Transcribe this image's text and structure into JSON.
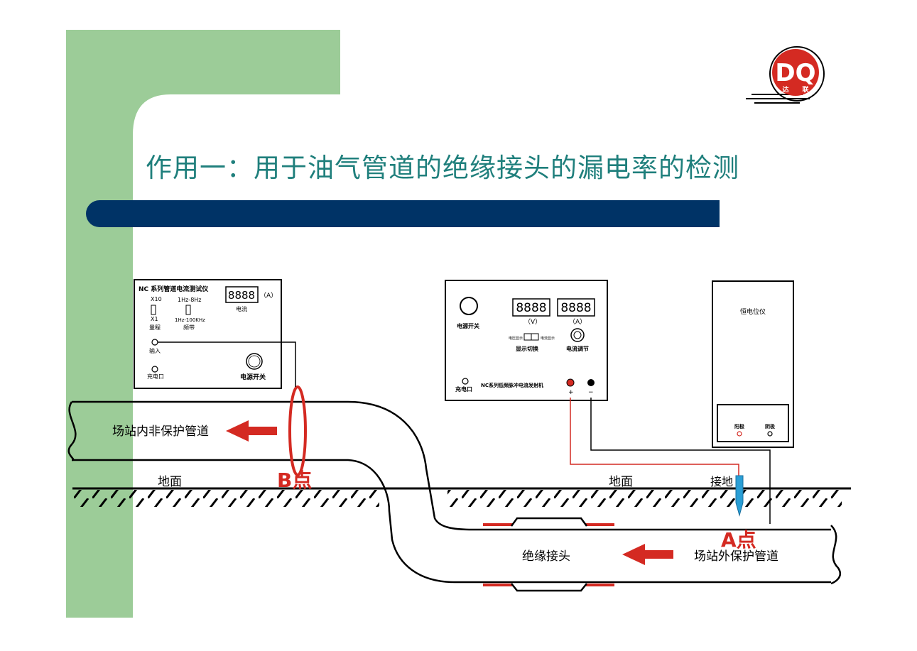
{
  "slide": {
    "title": "作用一：用于油气管道的绝缘接头的漏电率的检测",
    "logo": {
      "text": "DQ",
      "sub_left": "达",
      "sub_right": "联",
      "color": "#d42a22"
    }
  },
  "colors": {
    "green_band": "#9ccc98",
    "navy_bar": "#003366",
    "title": "#1f7f7c",
    "red_line": "#d42a22",
    "black_line": "#000000",
    "probe": "#2a9fd6"
  },
  "tester": {
    "title": "NC 系列管道电流测试仪",
    "display_unit": "（A）",
    "display_label": "电流",
    "range_top": "X10",
    "range_bottom": "X1",
    "range_label": "量程",
    "band_top": "1Hz-8Hz",
    "band_bottom": "1Hz-100KHz",
    "band_label": "频带",
    "input_label": "输入",
    "charge_label": "充电口",
    "power_label": "电源开关",
    "digits": "8888"
  },
  "transmitter": {
    "power_label": "电源开关",
    "v_unit": "（V）",
    "a_unit": "（A）",
    "switch_left": "电压显示",
    "switch_right": "电流显示",
    "switch_label": "显示切换",
    "knob_label": "电流调节",
    "charge_label": "充电口",
    "model_label": "NC系列低频脉冲电流发射机",
    "plus": "+",
    "minus": "−",
    "digits": "8888"
  },
  "potentiostat": {
    "title": "恒电位仪",
    "anode_label": "阳极",
    "cathode_label": "阴极"
  },
  "labels": {
    "inner_pipe": "场站内非保护管道",
    "outer_pipe": "场站外保护管道",
    "joint": "绝缘接头",
    "ground_left": "地面",
    "ground_right": "地面",
    "earth": "接地",
    "point_b": "B点",
    "point_a": "A点"
  }
}
